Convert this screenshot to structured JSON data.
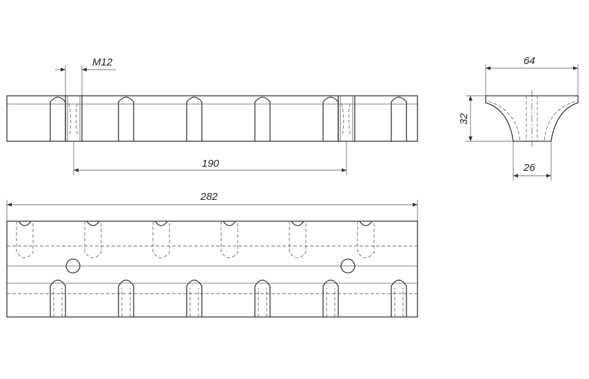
{
  "drawing": {
    "dimensions": {
      "thread": "M12",
      "hole_spacing": "190",
      "total_length": "282",
      "profile_width": "64",
      "profile_height": "32",
      "base_width": "26"
    },
    "slots_per_row": 6
  }
}
